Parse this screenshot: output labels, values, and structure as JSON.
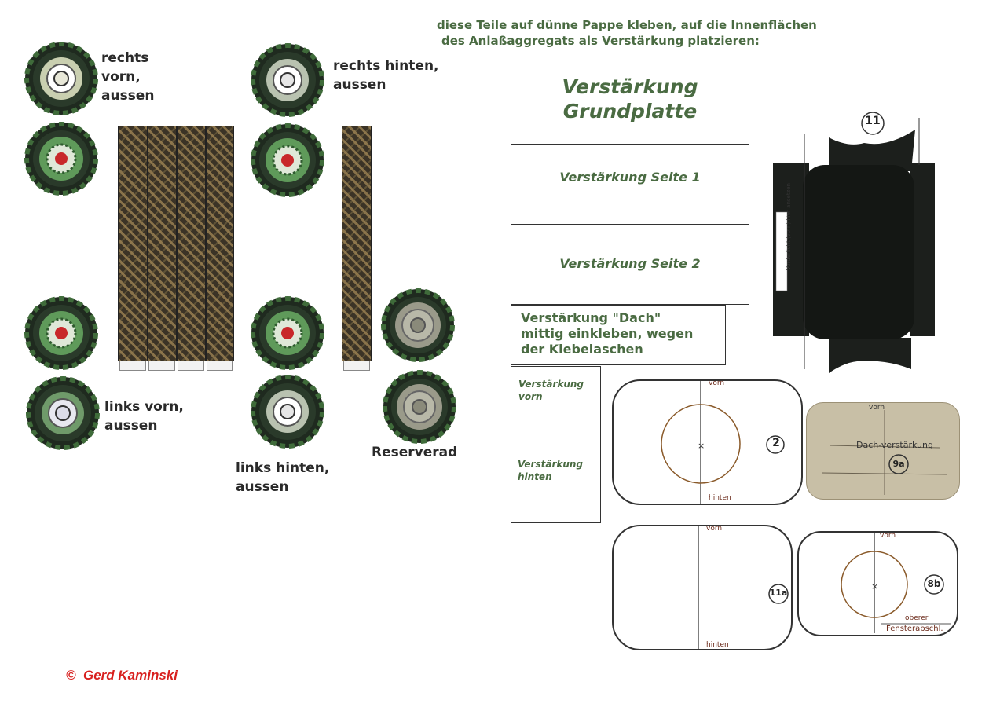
{
  "header": {
    "instruction_line1": "diese Teile auf dünne Pappe kleben, auf die Innenflächen",
    "instruction_line2": "des Anlaßaggregats als Verstärkung platzieren:"
  },
  "wheels": {
    "rechts_vorn": [
      "rechts",
      "vorn,",
      "aussen"
    ],
    "rechts_hinten": [
      "rechts hinten,",
      "aussen"
    ],
    "links_vorn": [
      "links vorn,",
      "aussen"
    ],
    "links_hinten": [
      "links hinten,",
      "aussen"
    ],
    "reserverad": "Reserverad"
  },
  "reinforcements": {
    "grundplatte": [
      "Verstärkung",
      "Grundplatte"
    ],
    "seite1": "Verstärkung Seite 1",
    "seite2": "Verstärkung Seite 2",
    "dach": [
      "Verstärkung \"Dach\"",
      "mittig einkleben, wegen",
      "der Klebelaschen"
    ],
    "vorn": [
      "Verstärkung",
      "vorn"
    ],
    "hinten": [
      "Verstärkung",
      "hinten"
    ]
  },
  "parts": {
    "part11": "11",
    "part2": "2",
    "part9a": "9a",
    "part11a": "11a",
    "part8b": "8b",
    "vorn": "vorn",
    "hinten": "hinten",
    "dach_verstaerkung": "Dach-verstärkung",
    "oberer": "oberer",
    "fensterabschl": "Fensterabschl.",
    "side_note": "Vorderlicht (vorn) hier ansetzen"
  },
  "colors": {
    "tire": "#1f2a1f",
    "tread_green": "#3f6b3a",
    "rim_green": "#5f9a5a",
    "hub_red": "#c8282a",
    "rim_gray": "#9a9a8a",
    "label_green": "#4a6b42",
    "copyright_red": "#d8201e"
  },
  "footer": {
    "copyright": "©  Gerd Kaminski"
  }
}
